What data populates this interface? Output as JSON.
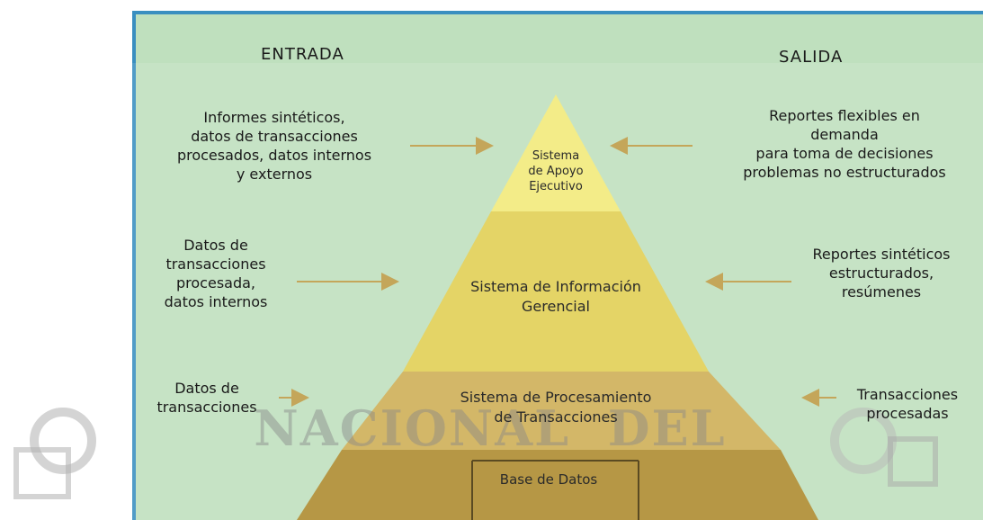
{
  "headers": {
    "input": "ENTRADA",
    "output": "SALIDA"
  },
  "layers": {
    "executive": "Sistema\nde Apoyo\nEjecutivo",
    "management": "Sistema de Información\nGerencial",
    "transactions": "Sistema de Procesamiento\nde Transacciones",
    "database": "Base de Datos"
  },
  "inputs": {
    "executive": "Informes sintéticos,\ndatos de transacciones\nprocesados, datos internos\ny externos",
    "management": "Datos de\ntransacciones\nprocesada,\ndatos internos",
    "transactions": "Datos de\ntransacciones"
  },
  "outputs": {
    "executive": "Reportes flexibles en\ndemanda\npara toma de decisiones\nproblemas no estructurados",
    "management": "Reportes sintéticos\nestructurados,\nresúmenes",
    "transactions": "Transacciones\nprocesadas"
  },
  "watermark": {
    "text": "NACIONAL  DEL"
  },
  "colors": {
    "background": "#bfe0be",
    "frame_border": "#3a8fc0",
    "pyramid_top": "#f3ec88",
    "pyramid_mid": "#e4d466",
    "pyramid_low": "#d3b768",
    "pyramid_base": "#b69745",
    "arrow": "#c4a65a"
  }
}
